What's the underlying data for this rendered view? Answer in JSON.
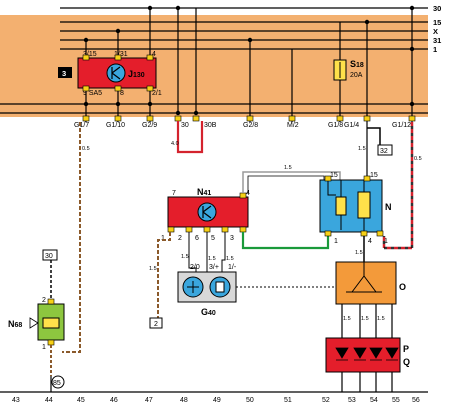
{
  "right_labels": [
    "30",
    "15",
    "X",
    "31",
    "1"
  ],
  "panel": {
    "index_label": "3",
    "j130": {
      "name": "J",
      "sub": "130",
      "pins_top": [
        "3/15",
        "1/31",
        "4"
      ],
      "pins_bottom": [
        "9 SA5",
        "8",
        "2/1"
      ]
    },
    "s18": {
      "name": "S",
      "sub": "18",
      "rating": "20A"
    },
    "connectors": [
      "G1/7",
      "G1/10",
      "G2/9",
      "30",
      "30B",
      "G2/8",
      "M/2",
      "G1/8",
      "G1/4",
      "G1/12"
    ]
  },
  "wire_labels": {
    "w1": "0.5",
    "w2": "4.0",
    "w3": "1.5",
    "w4": "1.5",
    "w5": "1.5",
    "w6": "1.5",
    "w7": "1.5",
    "w8": "0.5",
    "w9": "1.5",
    "w10": "1.5",
    "w11": "1.5",
    "w12": "1.5"
  },
  "n41": {
    "name": "N",
    "sub": "41",
    "pin_top_left": "7",
    "pin_top_right": "4",
    "pins_bottom": [
      "1",
      "2",
      "6",
      "5",
      "3"
    ]
  },
  "g40": {
    "name": "G",
    "sub": "40",
    "pins": [
      "2/0",
      "3/+",
      "1/-"
    ]
  },
  "n68": {
    "name": "N",
    "sub": "68",
    "pin_top": "2",
    "pin_bottom": "1"
  },
  "n_relay": {
    "name": "N",
    "pins_top": [
      "15"
    ],
    "pins_bottom": [
      "1",
      "4",
      "1"
    ]
  },
  "o_block": {
    "name": "O"
  },
  "pq_block": {
    "name_p": "P",
    "name_q": "Q"
  },
  "markers": {
    "m30": "30",
    "m32": "32",
    "m2": "2",
    "m85": "85",
    "m15a": "15",
    "m15b": "15",
    "m1_5": "1.5"
  },
  "bottom_numbers": [
    "43",
    "44",
    "45",
    "46",
    "47",
    "48",
    "49",
    "50",
    "51",
    "52",
    "53",
    "54",
    "55",
    "56"
  ],
  "colors": {
    "panel": "#f3b070",
    "j130": "#e41e2b",
    "n41": "#e41e2b",
    "pq": "#e41e2b",
    "n_relay": "#3aa6dd",
    "o_block": "#f39a3a",
    "n68": "#8dc63f",
    "fuse": "#ffe14a",
    "wire_red": "#d4232e",
    "wire_green": "#1a9a3a",
    "wire_gray": "#9a9a9a",
    "wire_brown": "#8b5a2b"
  }
}
